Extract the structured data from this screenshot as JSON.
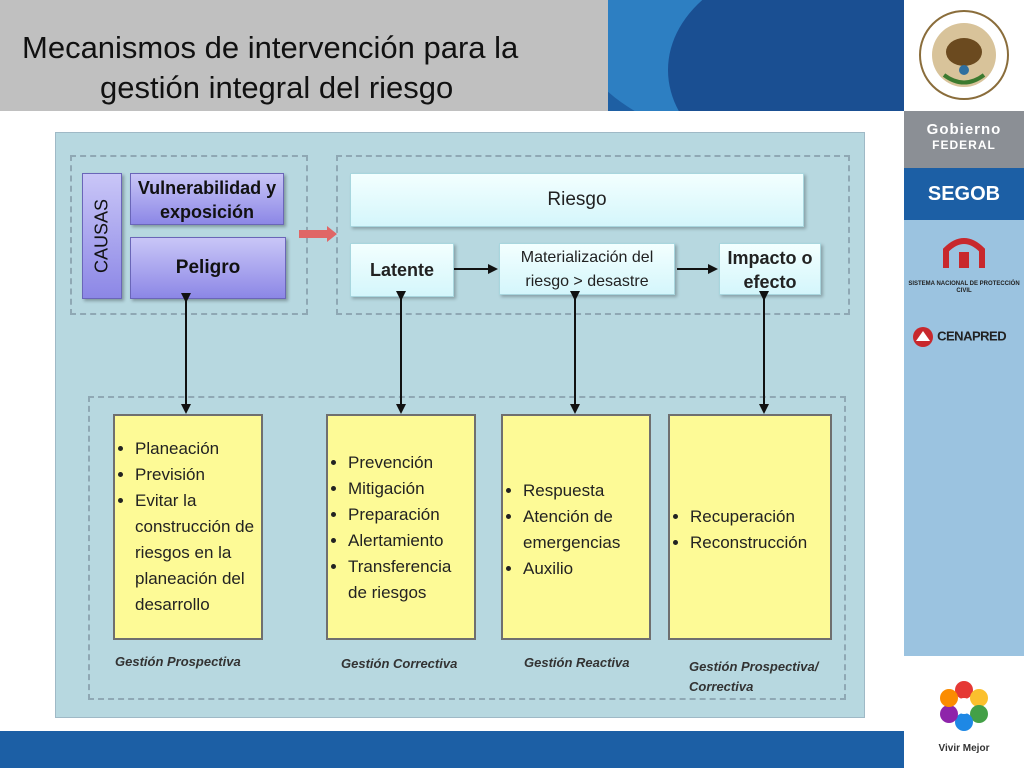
{
  "title": {
    "line1": "Mecanismos de intervención para la",
    "line2": "gestión integral del riesgo"
  },
  "sidebar": {
    "gobierno": "Gobierno",
    "federal": "FEDERAL",
    "segob": "SEGOB",
    "snpc": "SISTEMA NACIONAL DE PROTECCIÓN CIVIL",
    "cenapred": "CENAPRED",
    "vivir": "Vivir Mejor"
  },
  "diagram": {
    "causas": "CAUSAS",
    "vulnerabilidad": "Vulnerabilidad y exposición",
    "peligro": "Peligro",
    "riesgo": "Riesgo",
    "latente": "Latente",
    "materializacion": "Materialización del riesgo > desastre",
    "impacto": "Impacto o efecto",
    "boxes": [
      {
        "items": [
          "Planeación",
          "Previsión",
          "Evitar la construcción de riesgos en la planeación del desarrollo"
        ],
        "caption": "Gestión Prospectiva"
      },
      {
        "items": [
          "Prevención",
          "Mitigación",
          "Preparación",
          "Alertamiento",
          "Transferencia de riesgos"
        ],
        "caption": "Gestión Correctiva"
      },
      {
        "items": [
          "Respuesta",
          "Atención de emergencias",
          "Auxilio"
        ],
        "caption": "Gestión Reactiva"
      },
      {
        "items": [
          "Recuperación",
          "Reconstrucción"
        ],
        "caption": "Gestión Prospectiva/ Correctiva"
      }
    ]
  },
  "colors": {
    "accent": "#1c5fa5",
    "diagram_bg": "#b7d8e0",
    "note_fill": "#fdfa96",
    "cause_fill": "#a9a4f0"
  }
}
